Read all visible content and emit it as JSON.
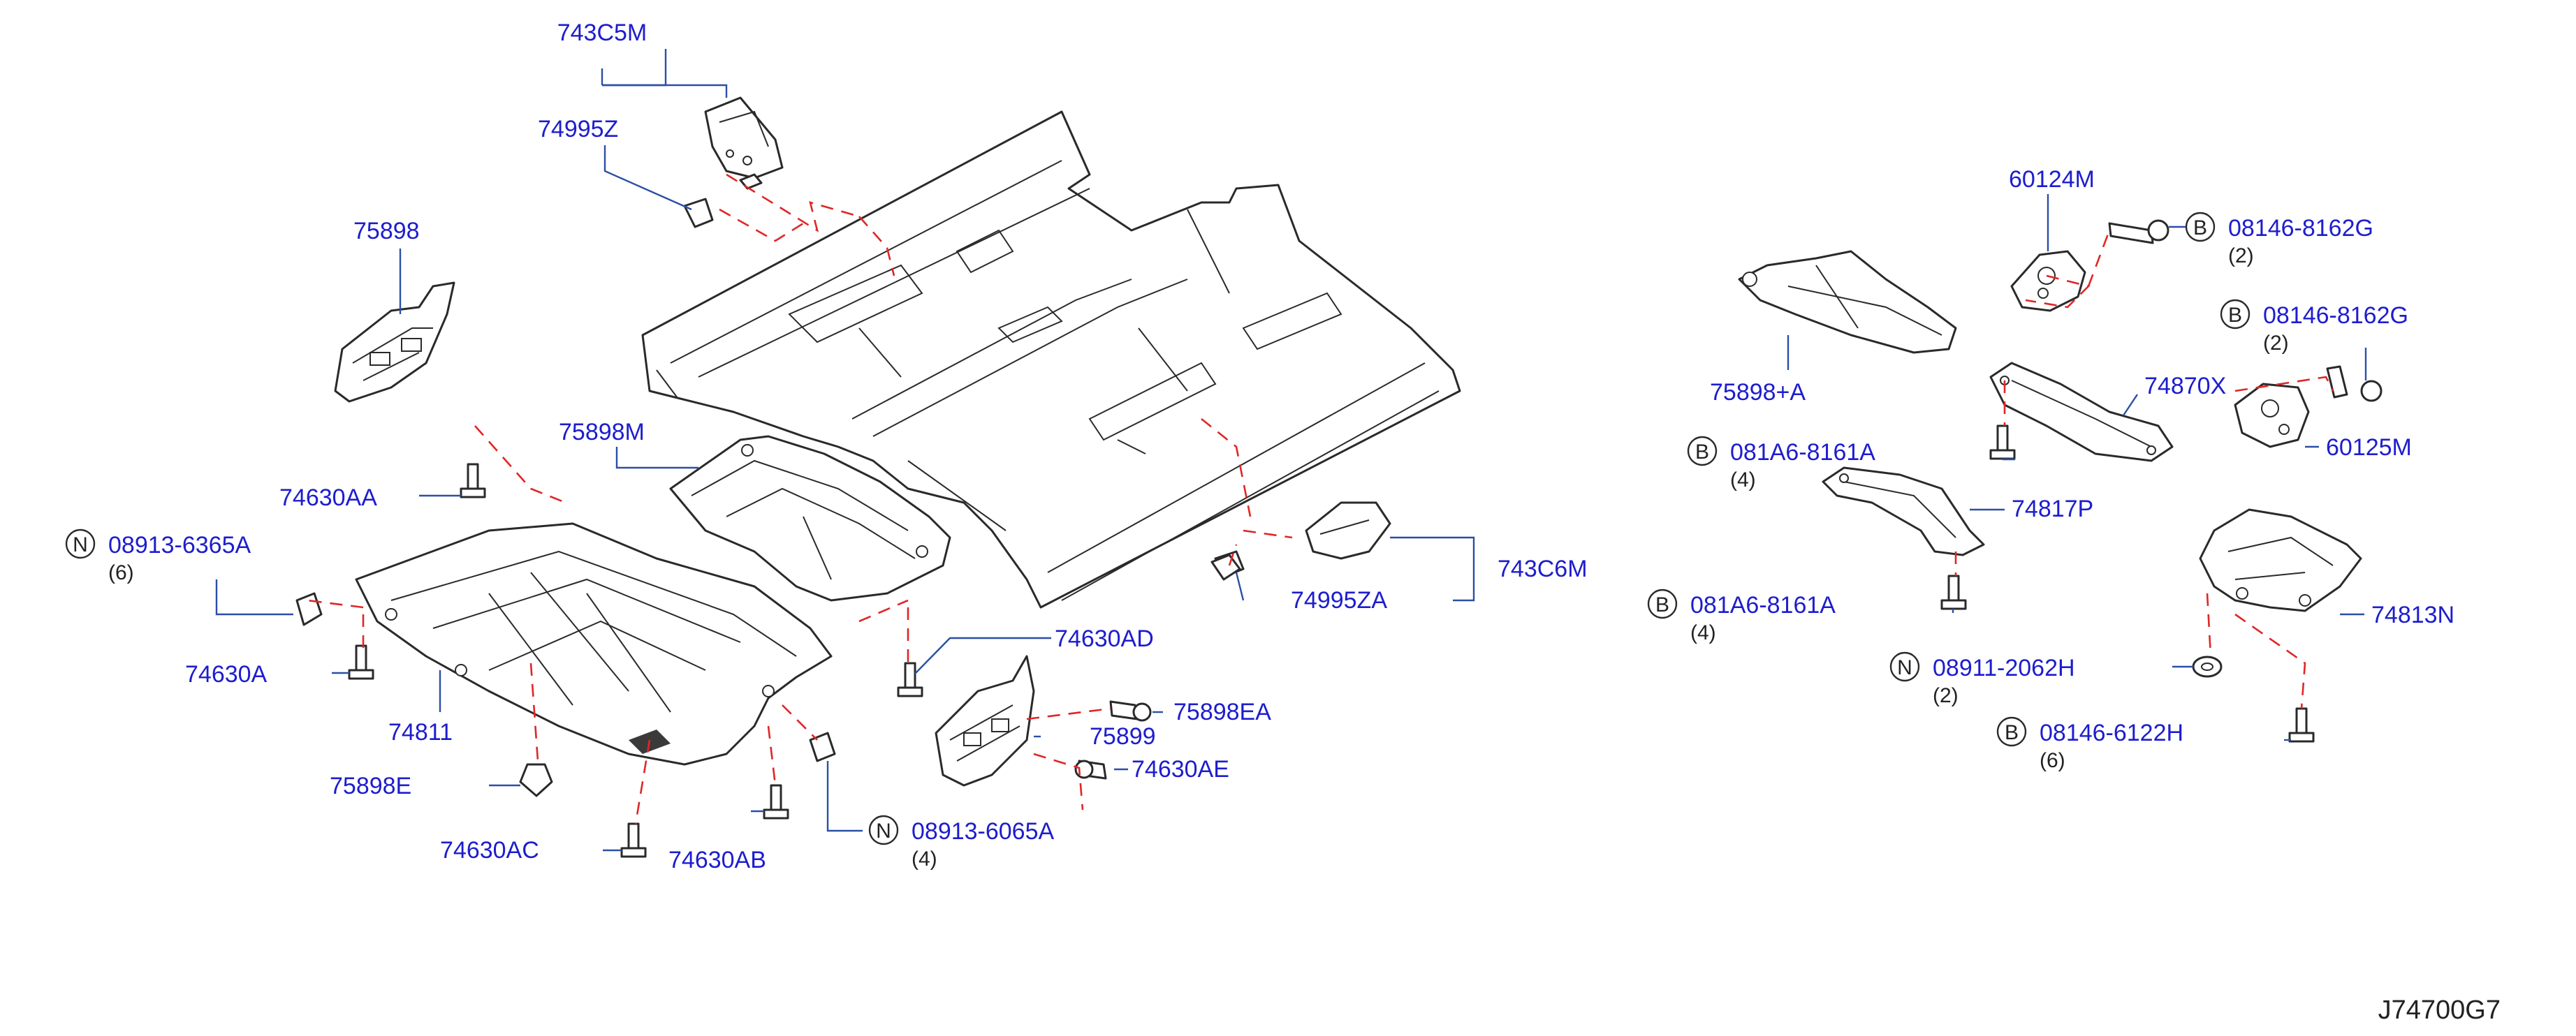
{
  "diagram_id": "J74700G7",
  "labels": {
    "p743C5M": "743C5M",
    "p74995Z": "74995Z",
    "p75898": "75898",
    "p75898M": "75898M",
    "p74630AA": "74630AA",
    "p08913_6365A": "08913-6365A",
    "p74630A": "74630A",
    "p74811": "74811",
    "p75898E": "75898E",
    "p74630AC": "74630AC",
    "p74630AB": "74630AB",
    "p08913_6065A": "08913-6065A",
    "p74630AD": "74630AD",
    "p75898EA": "75898EA",
    "p75899": "75899",
    "p74630AE": "74630AE",
    "p74995ZA": "74995ZA",
    "p743C6M": "743C6M",
    "p60124M": "60124M",
    "p08146_8162G_a": "08146-8162G",
    "p08146_8162G_b": "08146-8162G",
    "p75898A": "75898+A",
    "p74870X": "74870X",
    "p081A6_8161A_a": "081A6-8161A",
    "p60125M": "60125M",
    "p74817P": "74817P",
    "p081A6_8161A_b": "081A6-8161A",
    "p74813N": "74813N",
    "p08911_2062H": "08911-2062H",
    "p08146_6122H": "08146-6122H"
  },
  "quantities": {
    "q08913_6365A": "(6)",
    "q08913_6065A": "(4)",
    "q08146_8162G_a": "(2)",
    "q08146_8162G_b": "(2)",
    "q081A6_8161A_a": "(4)",
    "q081A6_8161A_b": "(4)",
    "q08911_2062H": "(2)",
    "q08146_6122H": "(6)"
  },
  "symbols": {
    "N": "N",
    "B": "B"
  },
  "colors": {
    "label": "#1d1dce",
    "leader": "#2b4fa6",
    "dashed": "#e02626",
    "line_art": "#2a2a2a"
  }
}
